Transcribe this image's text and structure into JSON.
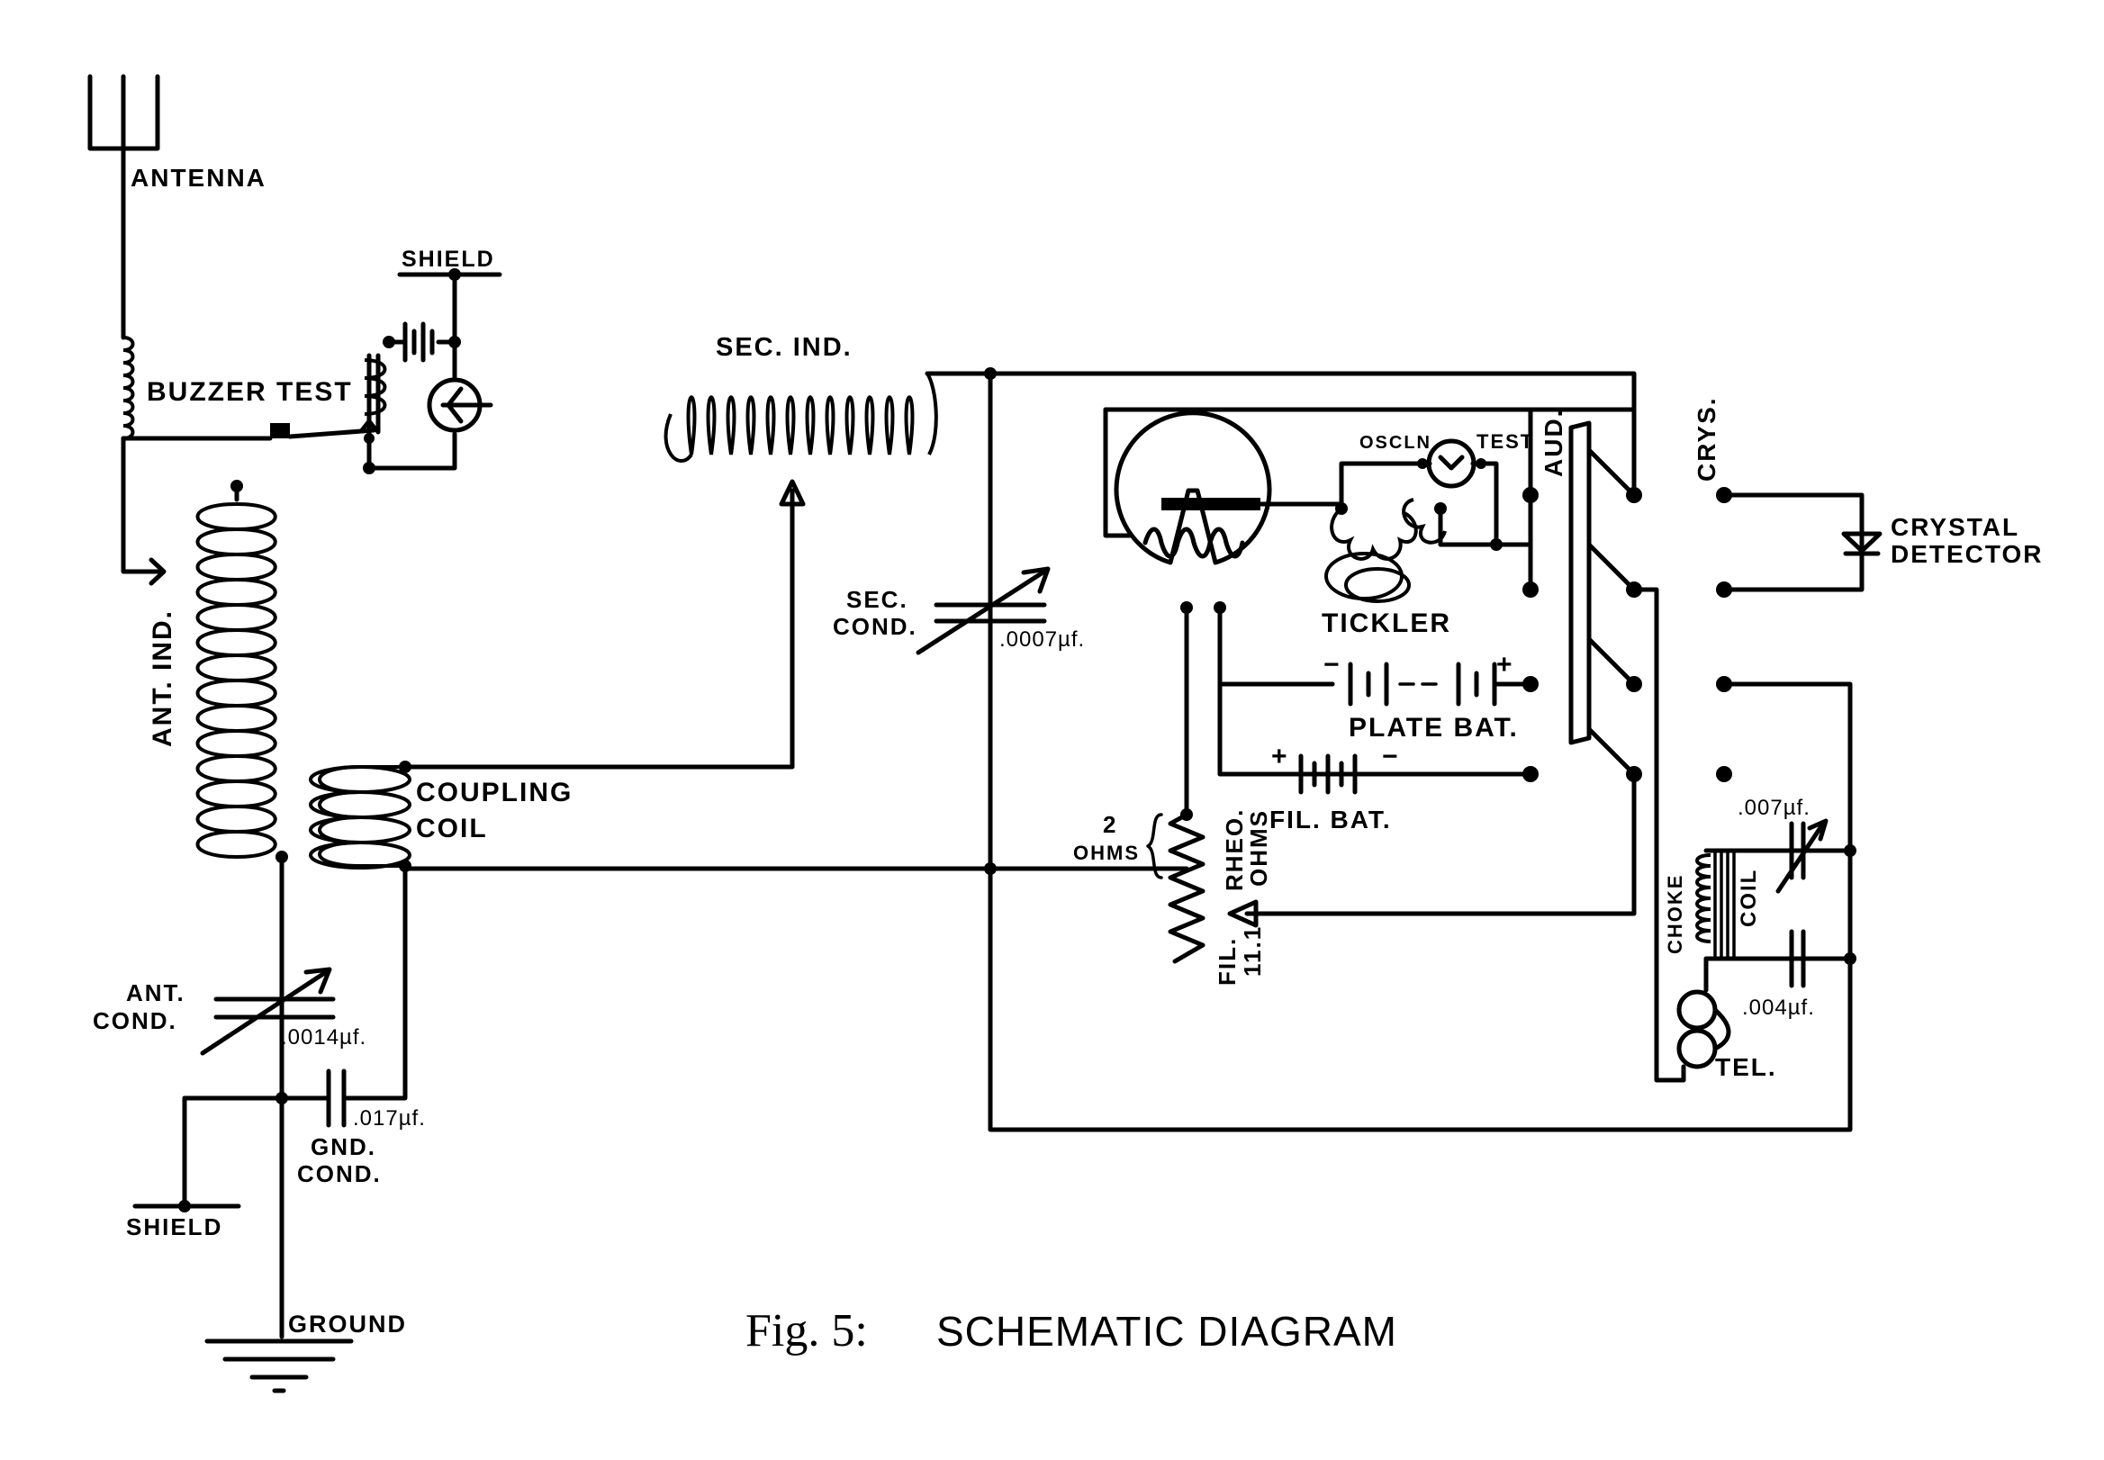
{
  "labels": {
    "antenna": "ANTENNA",
    "shield_top": "SHIELD",
    "buzzer_test": "BUZZER TEST",
    "ant_ind": "ANT. IND.",
    "coupling": "COUPLING",
    "coil": "COIL",
    "sec_ind": "SEC. IND.",
    "sec": "SEC.",
    "cond": "COND.",
    "sec_cond_value": ".0007µf.",
    "ant": "ANT.",
    "ant_cond": "COND.",
    "ant_cond_value": ".0014µf.",
    "gnd_cond_value": ".017µf.",
    "gnd": "GND.",
    "gnd_cond": "COND.",
    "shield_bottom": "SHIELD",
    "ground": "GROUND",
    "osciln": "OSCLN",
    "test": "TEST",
    "tickler": "TICKLER",
    "plate_bat": "PLATE BAT.",
    "fil_bat": "FIL. BAT.",
    "two": "2",
    "ohms": "OHMS",
    "rheo": "RHEO.",
    "ohms_rheo": "OHMS",
    "fil": "FIL.",
    "eleven": "11.1",
    "aud": "AUD.",
    "crys": "CRYS.",
    "crystal": "CRYSTAL",
    "detector": "DETECTOR",
    "choke": "CHOKE",
    "coil_choke": "COIL",
    "c007": ".007µf.",
    "c004": ".004µf.",
    "tel": "TEL.",
    "plus": "+",
    "minus": "−"
  },
  "caption": {
    "fig": "Fig. 5:",
    "title": "SCHEMATIC DIAGRAM"
  }
}
